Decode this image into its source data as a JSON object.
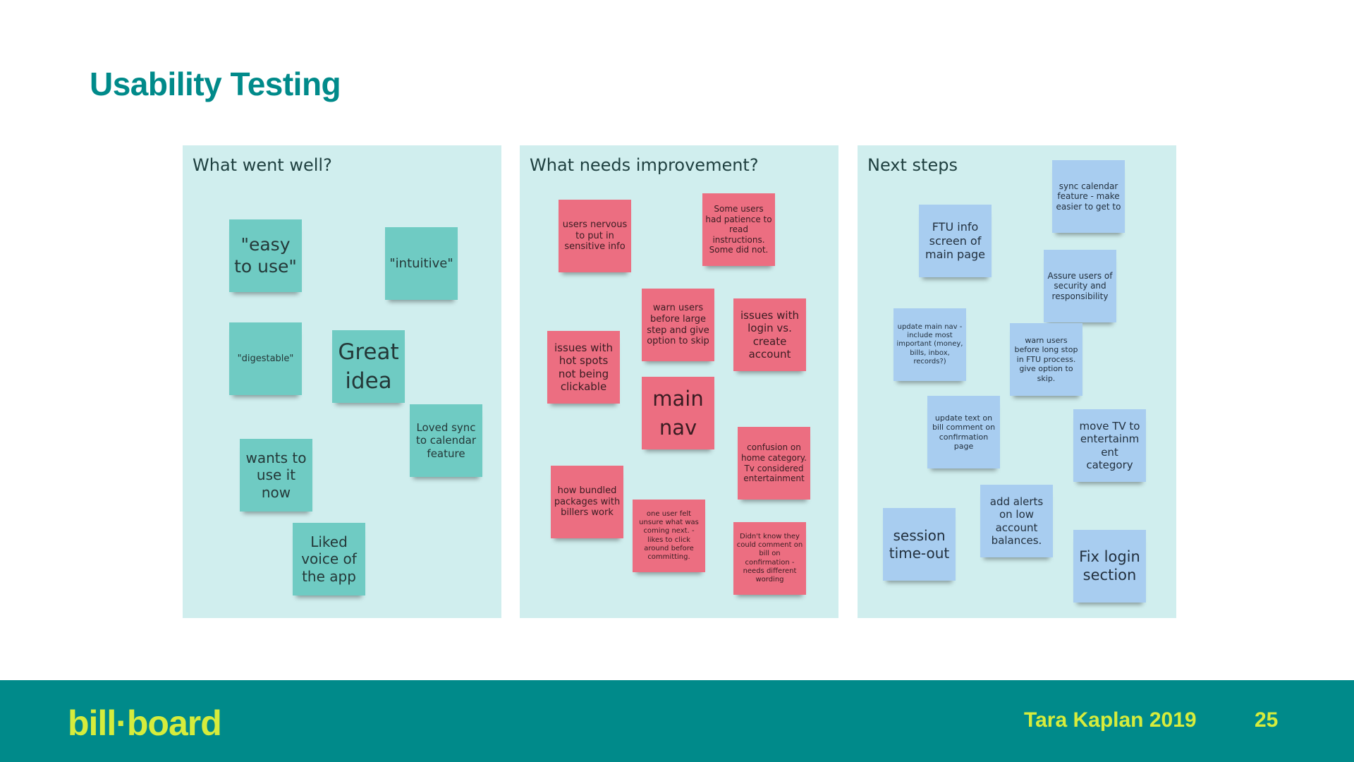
{
  "slide": {
    "title": "Usability Testing"
  },
  "boards": [
    {
      "title": "What went well?",
      "notes": [
        "\"easy to use\"",
        "\"intuitive\"",
        "\"digestable\"",
        "Great idea",
        "Loved sync to calendar feature",
        "wants to use it now",
        "Liked voice of the app"
      ]
    },
    {
      "title": "What needs improvement?",
      "notes": [
        "users nervous to put in sensitive info",
        "Some users had patience to read instructions. Some did not.",
        "warn users before large step and give option to skip",
        "issues with login vs. create account",
        "issues with hot spots not being clickable",
        "main nav",
        "confusion on home category. Tv considered entertainment",
        "how bundled packages with billers work",
        "one user felt unsure what was coming next. - likes to click around before committing.",
        "Didn't know they could comment on bill on confirmation - needs different wording"
      ]
    },
    {
      "title": "Next steps",
      "notes": [
        "sync calendar feature - make easier to get to",
        "FTU info screen of main page",
        "Assure users of security and responsibility",
        "update main nav - include most important (money, bills, inbox, records?)",
        "warn users before long stop in FTU process. give option to skip.",
        "update text on bill comment on confirmation page",
        "move TV to entertainm ent category",
        "add alerts on low account balances.",
        "session time-out",
        "Fix login section"
      ]
    }
  ],
  "footer": {
    "logo": "bill·board",
    "author": "Tara Kaplan 2019",
    "page": "25"
  },
  "colors": {
    "brand_teal": "#008a8a",
    "accent_lime": "#d6ec3c",
    "board_bg": "#d0eeee",
    "note_teal": "#6fcbc3",
    "note_pink": "#ec6e81",
    "note_blue": "#a8cdf0"
  }
}
